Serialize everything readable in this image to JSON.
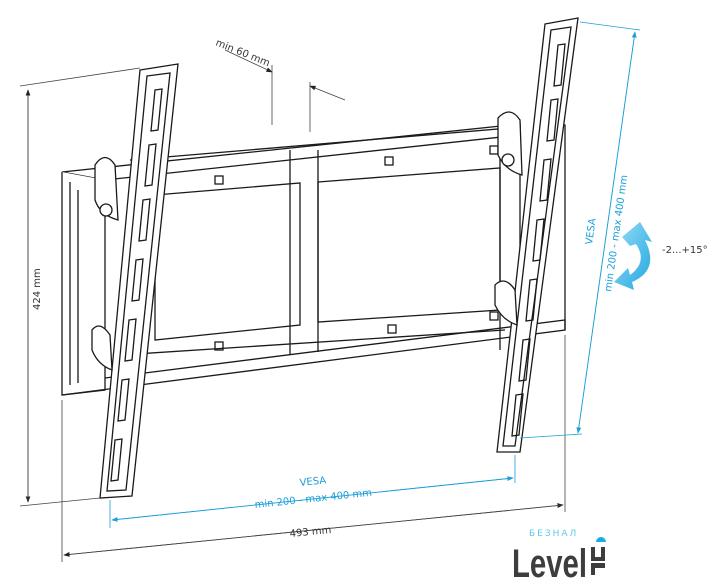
{
  "dimensions": {
    "height_label": "424 mm",
    "width_label": "493 mm",
    "depth_label": "min 60 mm",
    "tilt_label": "-2...+15°"
  },
  "vesa_horizontal": {
    "title": "VESA",
    "range": "min 200 - max 400 mm"
  },
  "vesa_vertical": {
    "title": "VESA",
    "range": "min 200 - max 400 mm"
  },
  "logo": {
    "sub": "БЕЗНАЛ",
    "main": "Level",
    "suffix": "UP"
  },
  "colors": {
    "line": "#1a1a1a",
    "accent": "#1a9fd8",
    "arrow": "#5cc3ee"
  }
}
